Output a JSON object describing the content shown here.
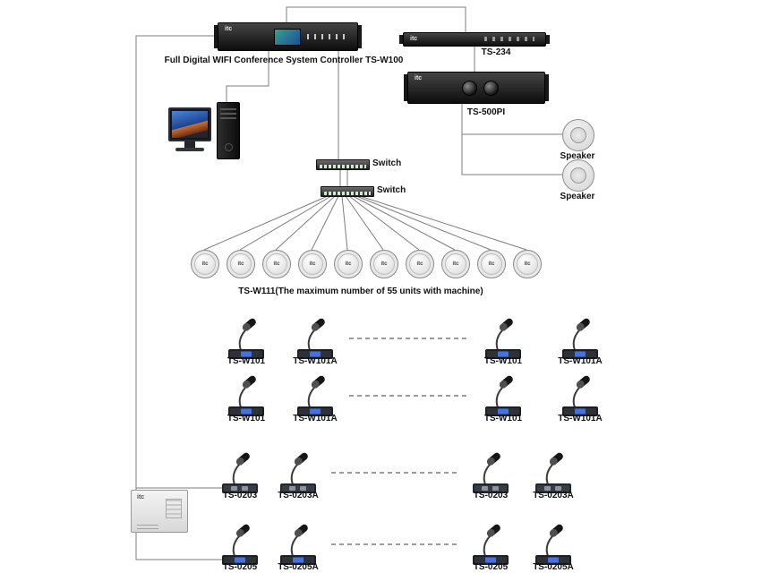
{
  "brand": "itc",
  "devices": {
    "controller": {
      "label": "Full Digital WIFI Conference System Controller TS-W100"
    },
    "ts234": {
      "label": "TS-234"
    },
    "ts500pi": {
      "label": "TS-500PI"
    },
    "speaker_top": {
      "label": "Speaker"
    },
    "speaker_bottom": {
      "label": "Speaker"
    },
    "switch_top": {
      "label": "Switch"
    },
    "switch_bottom": {
      "label": "Switch"
    },
    "wifi_units": {
      "label": "TS-W111(The maximum number of 55 units with machine)",
      "count": 10
    }
  },
  "mic_rows": [
    {
      "labels": [
        "TS-W101",
        "TS-W101A",
        "TS-W101",
        "TS-W101A"
      ]
    },
    {
      "labels": [
        "TS-W101",
        "TS-W101A",
        "TS-W101",
        "TS-W101A"
      ]
    },
    {
      "labels": [
        "TS-0203",
        "TS-0203A",
        "TS-0203",
        "TS-0203A"
      ]
    },
    {
      "labels": [
        "TS-0205",
        "TS-0205A",
        "TS-0205",
        "TS-0205A"
      ]
    }
  ]
}
